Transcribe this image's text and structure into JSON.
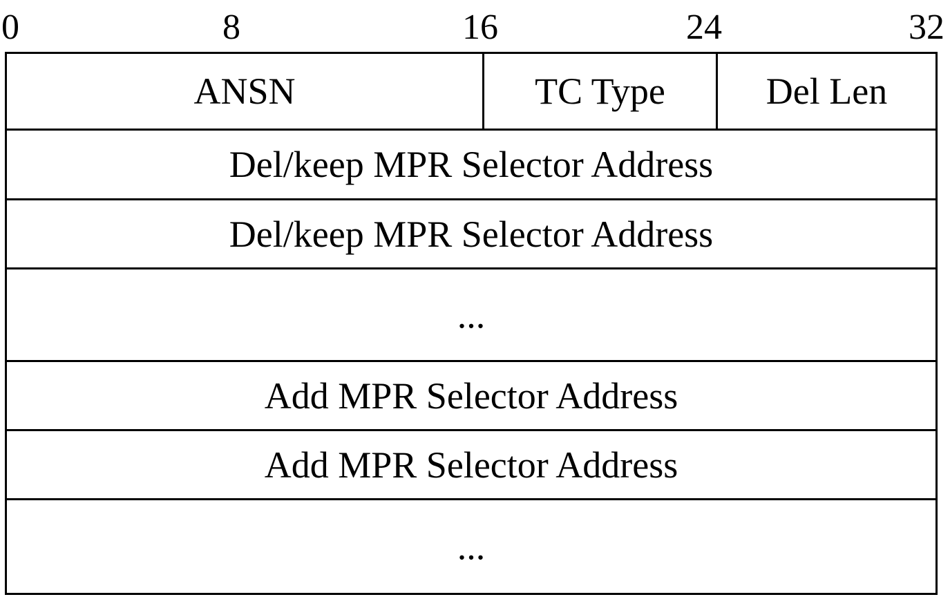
{
  "bit_labels": [
    "0",
    "8",
    "16",
    "24",
    "32"
  ],
  "header_row": {
    "ansn": "ANSN",
    "tc_type": "TC Type",
    "del_len": "Del Len"
  },
  "rows": [
    "Del/keep MPR Selector Address",
    "Del/keep MPR Selector Address",
    "...",
    "Add MPR Selector Address",
    "Add MPR Selector Address",
    "..."
  ]
}
